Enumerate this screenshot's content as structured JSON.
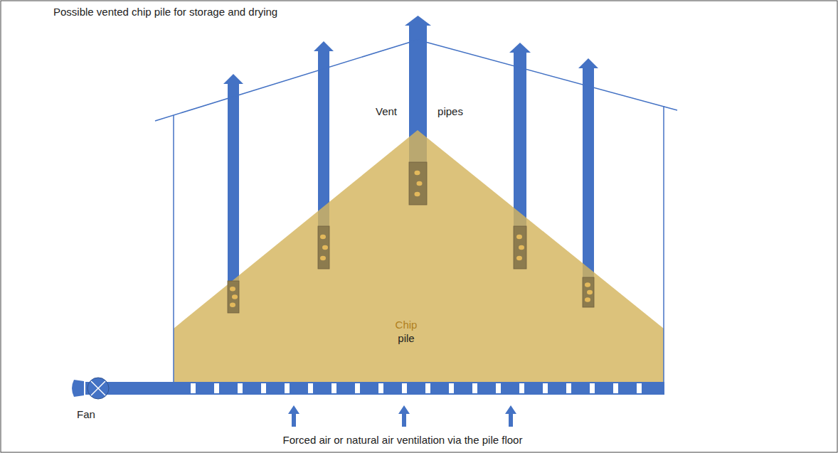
{
  "diagram": {
    "title": "Possible vented chip pile for storage and drying",
    "labels": [
      "Vent",
      "pipes",
      "Chip",
      "pile",
      "Fan",
      "Forced air or natural air ventilation via the pile floor"
    ]
  }
}
